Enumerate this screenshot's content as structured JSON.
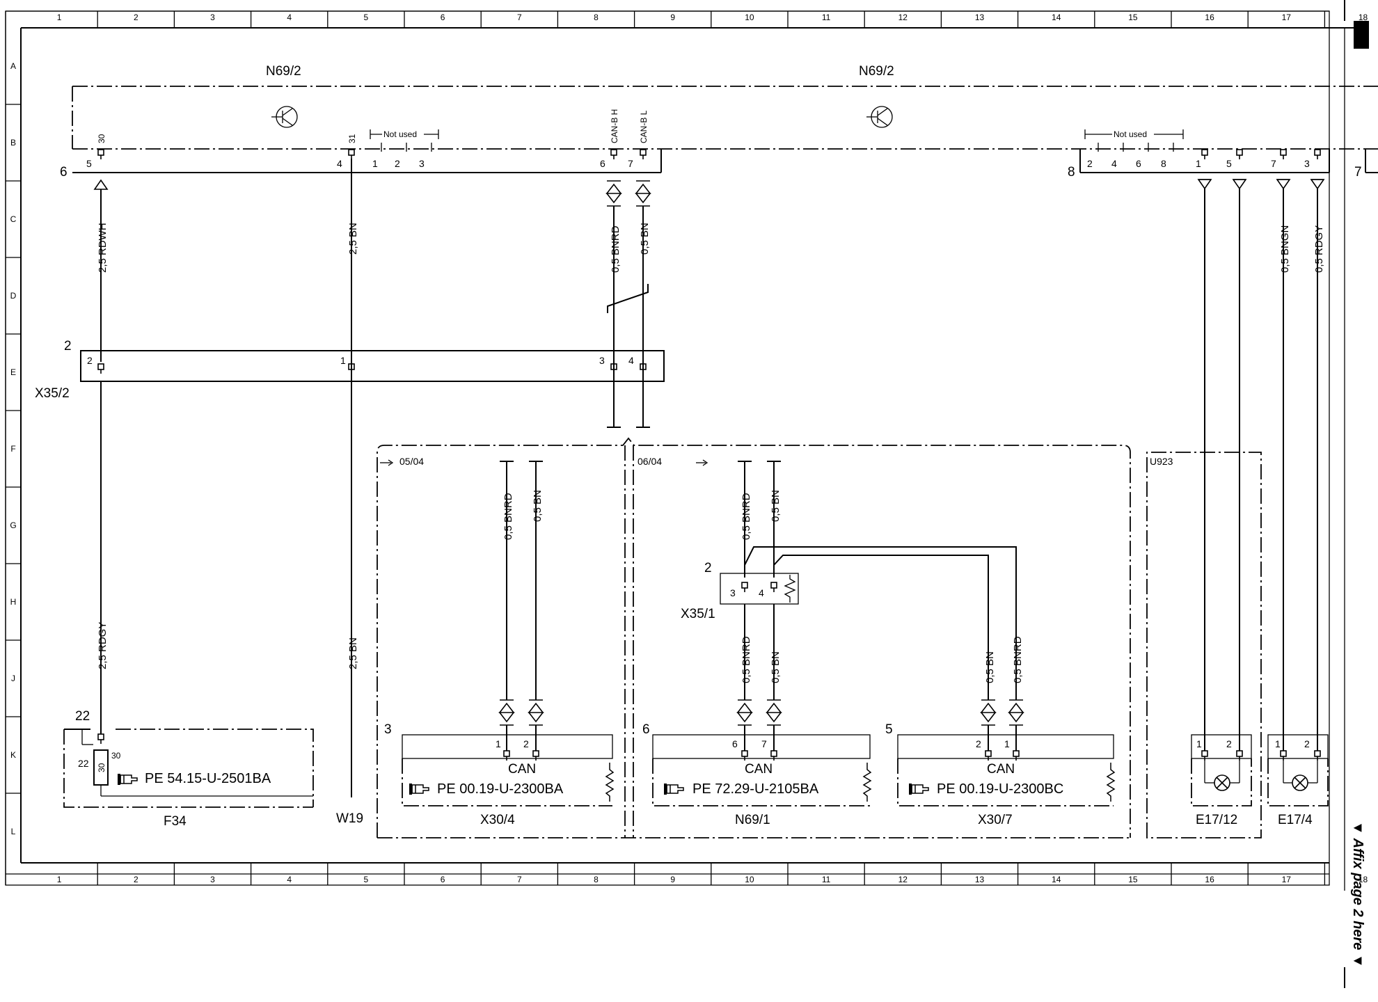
{
  "grid": {
    "columns": [
      "1",
      "2",
      "3",
      "4",
      "5",
      "6",
      "7",
      "8",
      "9",
      "10",
      "11",
      "12",
      "13",
      "14",
      "15",
      "16",
      "17",
      "18"
    ],
    "rows": [
      "A",
      "B",
      "C",
      "D",
      "E",
      "F",
      "G",
      "H",
      "J",
      "K",
      "L"
    ]
  },
  "affix_note": "▼ Affix page 2 here ▼",
  "components": {
    "n69_2_left": "N69/2",
    "n69_2_right": "N69/2",
    "x35_2": "X35/2",
    "x35_2_num": "2",
    "x35_1": "X35/1",
    "x35_1_num": "2",
    "f34": "F34",
    "f34_num": "22",
    "w19": "W19",
    "x30_4": "X30/4",
    "x30_4_num": "3",
    "n69_1": "N69/1",
    "n69_1_num": "6",
    "x30_7": "X30/7",
    "x30_7_num": "5",
    "e17_12": "E17/12",
    "e17_4": "E17/4",
    "u923": "U923",
    "date_0504": "05/04",
    "date_0604": "06/04",
    "connector_left_num": "6",
    "connector_right_num": "8",
    "connector_right_edge": "7"
  },
  "not_used": "Not used",
  "pins": {
    "p30": "30",
    "p31": "31",
    "can_h": "CAN-B H",
    "can_l": "CAN-B L",
    "n5": "5",
    "n4": "4",
    "n1": "1",
    "n2": "2",
    "n3": "3",
    "n6": "6",
    "n7": "7",
    "n8": "8",
    "n22": "22"
  },
  "wires": {
    "rdwh": "2,5 RDWH",
    "bn25": "2,5 BN",
    "bnrd05": "0,5 BNRD",
    "bn05": "0,5 BN",
    "bngn05": "0,5 BNGN",
    "rdgy05": "0,5 RDGY",
    "rdgy25": "2,5 RDGY"
  },
  "can": "CAN",
  "refs": {
    "f34": "PE 54.15-U-2501BA",
    "x30_4": "PE 00.19-U-2300BA",
    "n69_1": "PE 72.29-U-2105BA",
    "x30_7": "PE 00.19-U-2300BC"
  }
}
